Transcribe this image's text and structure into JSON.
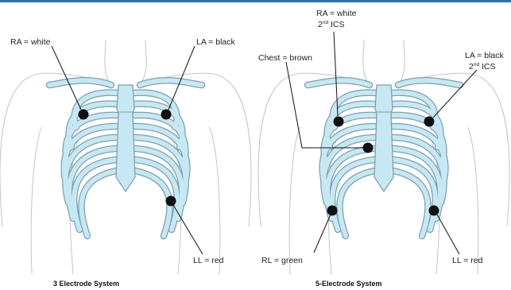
{
  "colors": {
    "top_bar": "#2f6fa7",
    "bone": "#c6e8f3",
    "bone_outline": "#7f9fae",
    "electrode": "#111111",
    "body_outline": "#c9c9c9"
  },
  "left_panel": {
    "caption": "3 Electrode System",
    "labels": {
      "ra": "RA =  white",
      "la": "LA =  black",
      "ll": "LL =  red"
    }
  },
  "right_panel": {
    "caption": "5-Electrode System",
    "labels": {
      "ra": "RA =  white",
      "ra_ics_num": "2",
      "ra_ics_sup": "nd",
      "ra_ics_text": " ICS",
      "chest": "Chest = brown",
      "la": "LA =  black",
      "la_ics_num": "2",
      "la_ics_sup": "nd",
      "la_ics_text": " ICS",
      "rl": "RL =  green",
      "ll": "LL =  red"
    }
  }
}
